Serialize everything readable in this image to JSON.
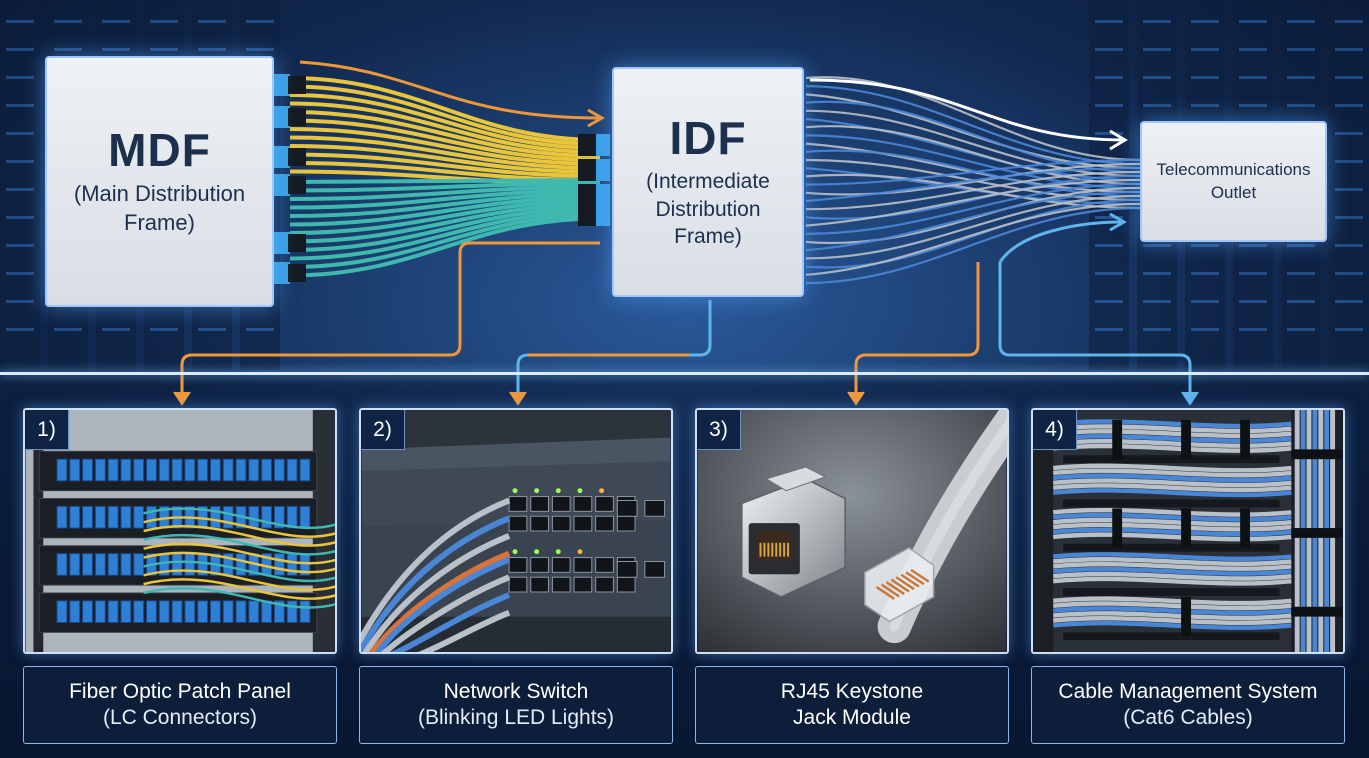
{
  "colors": {
    "background": "#0a1a33",
    "fiber_yellow": "#e8c53a",
    "fiber_aqua": "#3fb8b0",
    "cable_blue": "#4a86d6",
    "cable_gray": "#b9c0c8",
    "arrow_orange": "#f0973a",
    "arrow_blue": "#5fb4ec",
    "arrow_white": "#ffffff"
  },
  "nodes": {
    "mdf": {
      "title": "MDF",
      "line1": "(Main Distribution",
      "line2": "Frame)"
    },
    "idf": {
      "title": "IDF",
      "line1": "(Intermediate",
      "line2": "Distribution",
      "line3": "Frame)"
    },
    "outlet": {
      "line1": "Telecommunications",
      "line2": "Outlet"
    }
  },
  "cards": [
    {
      "number": "1)",
      "line1": "Fiber Optic Patch Panel",
      "line2": "(LC Connectors)",
      "image": "fiber-patch-panel"
    },
    {
      "number": "2)",
      "line1": "Network Switch",
      "line2": "(Blinking LED Lights)",
      "image": "network-switch"
    },
    {
      "number": "3)",
      "line1": "RJ45 Keystone",
      "line2": "Jack Module",
      "image": "rj45-keystone"
    },
    {
      "number": "4)",
      "line1": "Cable Management System",
      "line2": "(Cat6 Cables)",
      "image": "cable-management"
    }
  ]
}
